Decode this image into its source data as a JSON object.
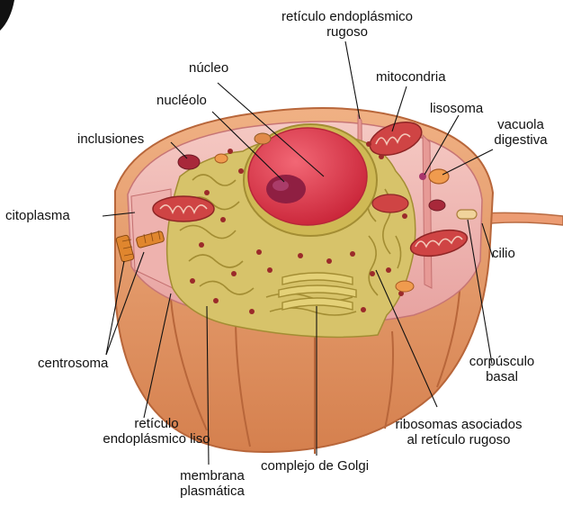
{
  "labels": {
    "rer_line1": "retículo endoplásmico",
    "rer_line2": "rugoso",
    "nucleo": "núcleo",
    "nucleolo": "nucléolo",
    "mitocondria": "mitocondria",
    "lisosoma": "lisosoma",
    "vacuola_line1": "vacuola",
    "vacuola_line2": "digestiva",
    "inclusiones": "inclusiones",
    "citoplasma": "citoplasma",
    "cilio": "cilio",
    "centrosoma": "centrosoma",
    "corpusculo_line1": "corpúsculo",
    "corpusculo_line2": "basal",
    "rel_line1": "retículo",
    "rel_line2": "endoplásmico liso",
    "ribosomas_line1": "ribosomas asociados",
    "ribosomas_line2": "al retículo rugoso",
    "golgi": "complejo de Golgi",
    "membrana_line1": "membrana",
    "membrana_line2": "plasmática"
  },
  "colors": {
    "membrane_outer": "#e9a070",
    "membrane_dark": "#c8703f",
    "cytoplasm": "#f2b9b4",
    "cytoplasm_dark": "#d98d8e",
    "reticulum": "#d8c766",
    "reticulum_dark": "#a89339",
    "nucleus": "#e13a4e",
    "nucleolus": "#9b2248",
    "mitochondria": "#c93a3f",
    "ribosome": "#9b2a2a",
    "leader_line": "#111111"
  }
}
